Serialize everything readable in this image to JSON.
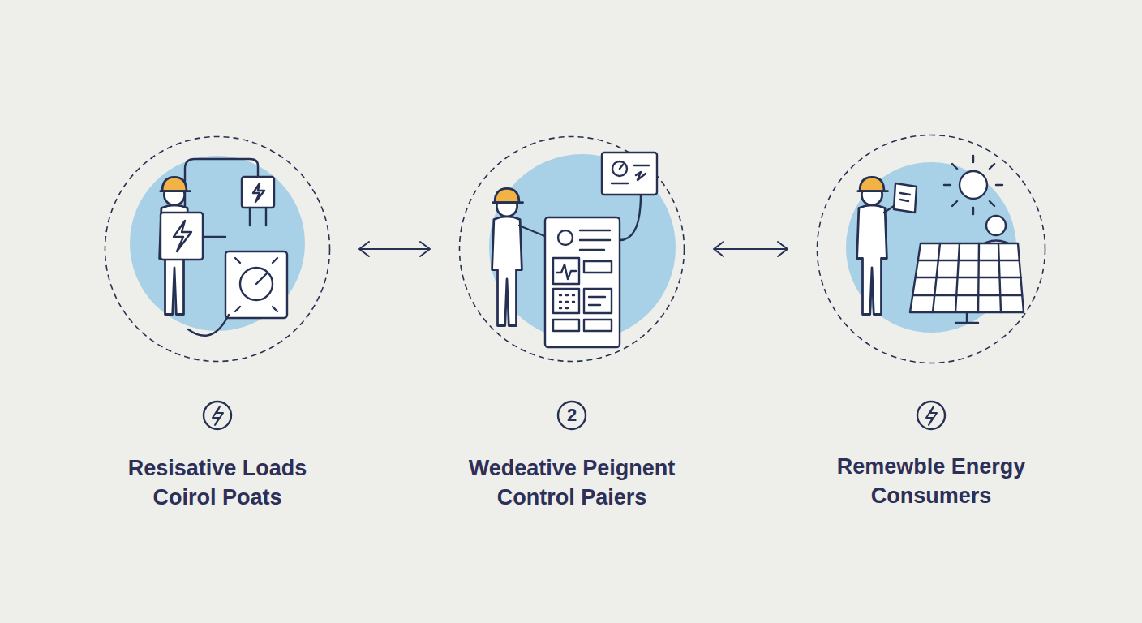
{
  "diagram": {
    "nodes": [
      {
        "text": [
          "Resisative Loads Coirol Poats"
        ]
      },
      {
        "text": [
          "Wedeative Peignent Control Paiers"
        ]
      },
      {
        "text": [
          "Remewble Energy Consumers"
        ]
      }
    ],
    "edges": [
      {
        "from": 0,
        "to": 1,
        "arrow": "both"
      },
      {
        "from": 1,
        "to": 2,
        "arrow": "both"
      }
    ],
    "labels": [
      "2"
    ]
  }
}
